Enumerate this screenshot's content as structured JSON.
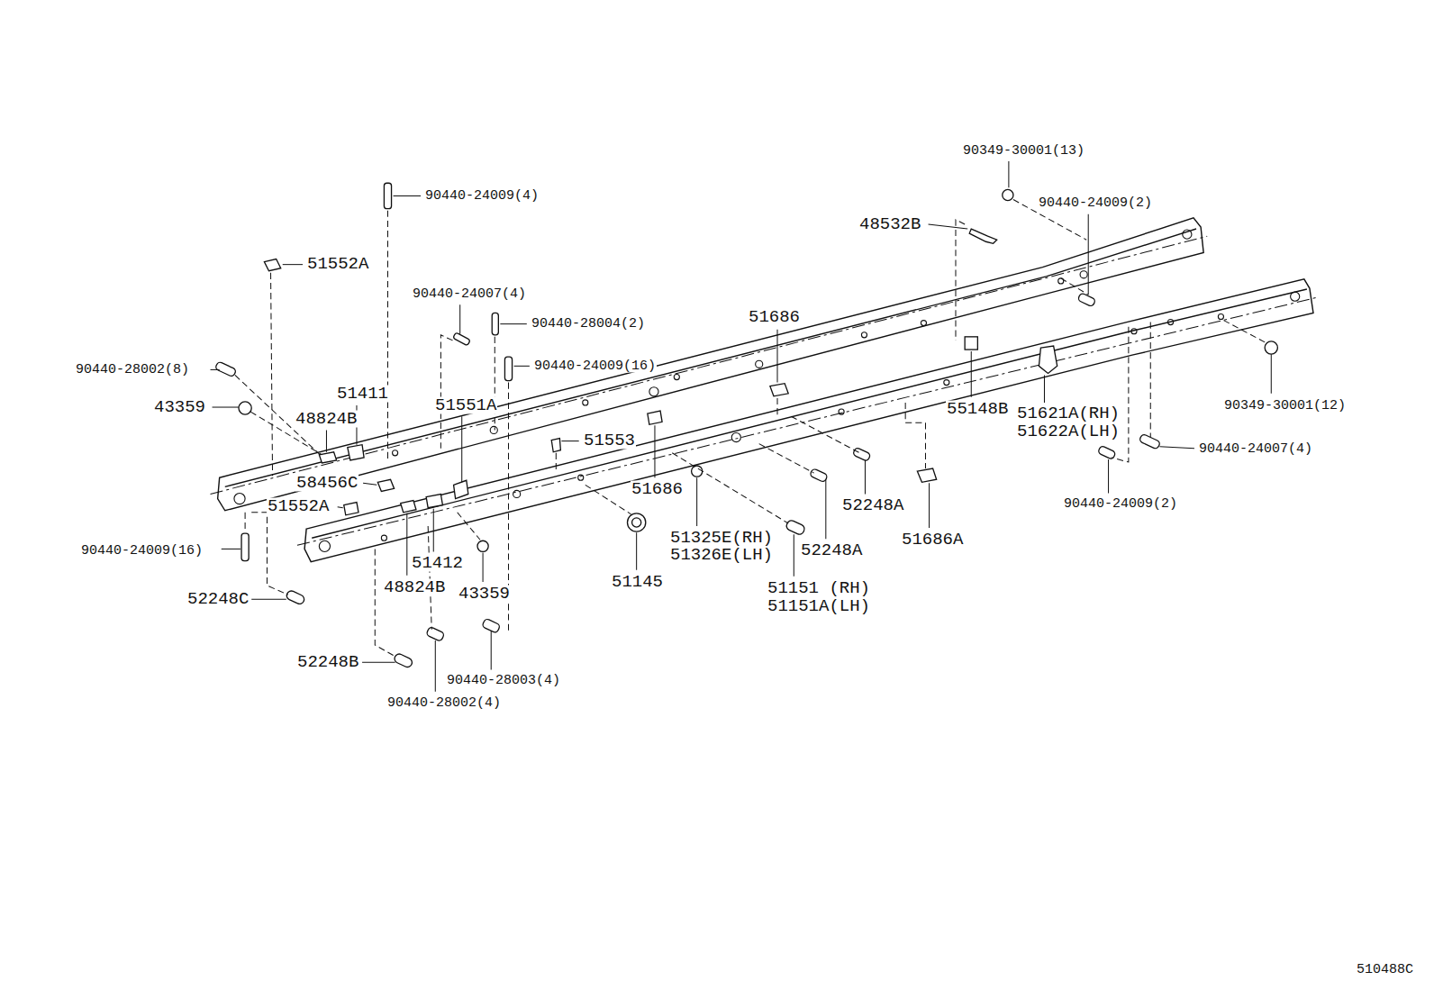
{
  "diagram": {
    "labels": [
      "90349-30001(13)",
      "90440-24009(4)",
      "90440-24009(2)",
      "48532B",
      "51552A",
      "90440-24007(4)",
      "90440-28004(2)",
      "51686",
      "90440-28002(8)",
      "90440-24009(16)",
      "51411",
      "43359",
      "51551A",
      "90349-30001(12)",
      "55148B",
      "51621A(RH)",
      "51622A(LH)",
      "48824B",
      "51553",
      "90440-24007(4)",
      "58456C",
      "51686",
      "52248A",
      "90440-24009(2)",
      "51552A",
      "51325E(RH)",
      "51326E(LH)",
      "52248A",
      "51686A",
      "90440-24009(16)",
      "51412",
      "51151 (RH)",
      "51151A(LH)",
      "51145",
      "48824B",
      "43359",
      "52248C",
      "52248B",
      "90440-28003(4)",
      "90440-28002(4)",
      "510488C"
    ]
  }
}
